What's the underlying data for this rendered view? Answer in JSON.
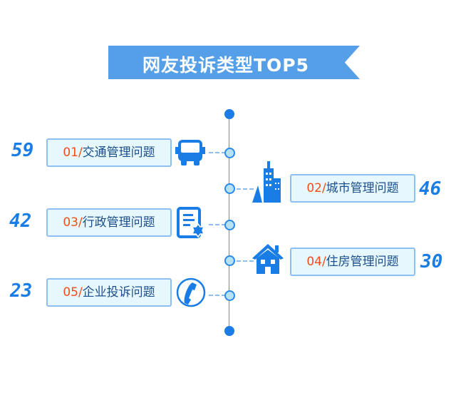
{
  "title": "网友投诉类型TOP5",
  "items": [
    {
      "rank": "01/",
      "label": "交通管理问题",
      "count": "59",
      "icon": "bus-icon"
    },
    {
      "rank": "02/",
      "label": "城市管理问题",
      "count": "46",
      "icon": "city-buildings-icon"
    },
    {
      "rank": "03/",
      "label": "行政管理问题",
      "count": "42",
      "icon": "document-settings-icon"
    },
    {
      "rank": "04/",
      "label": "住房管理问题",
      "count": "30",
      "icon": "house-icon"
    },
    {
      "rank": "05/",
      "label": "企业投诉问题",
      "count": "23",
      "icon": "phone-icon"
    }
  ],
  "colors": {
    "accent": "#1a7de6",
    "rank": "#f04d1a",
    "banner": "#559fe8"
  }
}
